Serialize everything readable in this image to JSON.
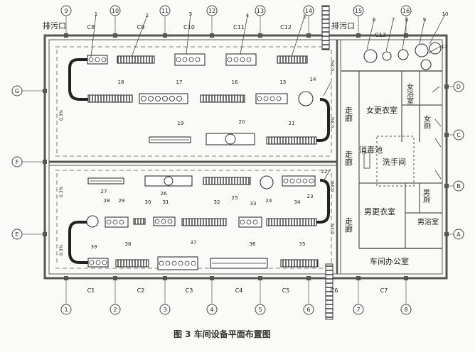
{
  "caption": "图 3 车间设备平面布置图",
  "drain_label": "排污口",
  "grid_top": [
    "9",
    "10",
    "11",
    "12",
    "13",
    "14",
    "15",
    "16"
  ],
  "grid_bottom": [
    "1",
    "2",
    "3",
    "4",
    "5",
    "6",
    "7",
    "8"
  ],
  "grid_left": [
    "G",
    "F",
    "E"
  ],
  "grid_right": [
    "D",
    "C",
    "B",
    "A"
  ],
  "col_labels_top": [
    "C8",
    "C9",
    "C10",
    "C11",
    "C12",
    "C13"
  ],
  "col_labels_bottom": [
    "C1",
    "C2",
    "C3",
    "C4",
    "C5",
    "C6",
    "C7"
  ],
  "equipment_numbers": [
    "1",
    "2",
    "3",
    "4",
    "5",
    "6",
    "7",
    "8",
    "9",
    "10",
    "11",
    "14",
    "15",
    "16",
    "17",
    "18",
    "19",
    "20",
    "21",
    "22",
    "23",
    "24",
    "25",
    "26",
    "27",
    "28",
    "29",
    "30",
    "31",
    "32",
    "33",
    "34",
    "35",
    "36",
    "37",
    "38",
    "39"
  ],
  "slope_label": "0.3%",
  "rooms": {
    "corridor": "走廊",
    "female_bath": "女浴室",
    "female_toilet": "女厕",
    "female_locker": "女更衣室",
    "disinfection_pool": "消毒池",
    "washroom": "洗手间",
    "male_locker": "男更衣室",
    "male_toilet": "男厕",
    "male_bath": "男浴室",
    "office": "车间办公室"
  }
}
